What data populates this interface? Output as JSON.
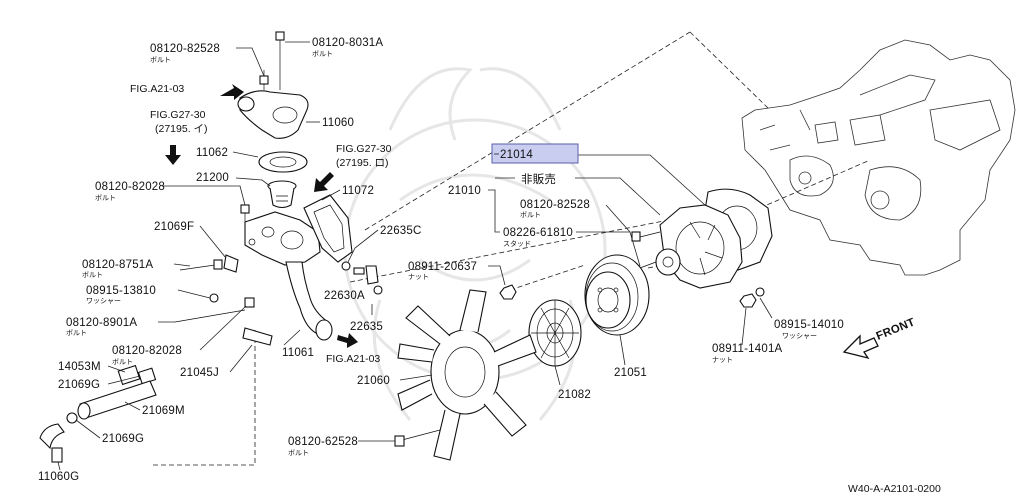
{
  "diagram": {
    "code": "W40-A-A2101-0200",
    "front_label": "FRONT",
    "selected_part": "21014",
    "labels": [
      {
        "id": "l-08120-82528-top",
        "text": "08120-82528",
        "sub": "ボルト"
      },
      {
        "id": "l-08120-8031a",
        "text": "08120-8031A",
        "sub": "ボルト"
      },
      {
        "id": "l-fig-a21-03-top",
        "text": "FIG.A21-03"
      },
      {
        "id": "l-fig-g27-30-left",
        "text": "FIG.G27-30"
      },
      {
        "id": "l-27195-i",
        "text": "(27195. イ)"
      },
      {
        "id": "l-11060",
        "text": "11060"
      },
      {
        "id": "l-11062",
        "text": "11062"
      },
      {
        "id": "l-fig-g27-30-right",
        "text": "FIG.G27-30"
      },
      {
        "id": "l-27195-ro",
        "text": "(27195. ロ)"
      },
      {
        "id": "l-21200",
        "text": "21200"
      },
      {
        "id": "l-08120-82028-top",
        "text": "08120-82028",
        "sub": "ボルト"
      },
      {
        "id": "l-11072",
        "text": "11072"
      },
      {
        "id": "l-21069f",
        "text": "21069F"
      },
      {
        "id": "l-22635c",
        "text": "22635C"
      },
      {
        "id": "l-08120-8751a",
        "text": "08120-8751A",
        "sub": "ボルト"
      },
      {
        "id": "l-08915-13810",
        "text": "08915-13810",
        "sub": "ワッシャー"
      },
      {
        "id": "l-22630a",
        "text": "22630A"
      },
      {
        "id": "l-22635",
        "text": "22635"
      },
      {
        "id": "l-08120-8901a",
        "text": "08120-8901A",
        "sub": "ボルト"
      },
      {
        "id": "l-08120-82028-bot",
        "text": "08120-82028",
        "sub": "ボルト"
      },
      {
        "id": "l-11061",
        "text": "11061"
      },
      {
        "id": "l-fig-a21-03-bot",
        "text": "FIG.A21-03"
      },
      {
        "id": "l-14053m",
        "text": "14053M"
      },
      {
        "id": "l-21069g-1",
        "text": "21069G"
      },
      {
        "id": "l-21045j",
        "text": "21045J"
      },
      {
        "id": "l-21069m",
        "text": "21069M"
      },
      {
        "id": "l-21069g-2",
        "text": "21069G"
      },
      {
        "id": "l-11060g",
        "text": "11060G"
      },
      {
        "id": "l-21010",
        "text": "21010"
      },
      {
        "id": "l-not-for-sale",
        "text": "非販売"
      },
      {
        "id": "l-08120-82528-mid",
        "text": "08120-82528",
        "sub": "ボルト"
      },
      {
        "id": "l-08226-61810",
        "text": "08226-61810",
        "sub": "スタッド"
      },
      {
        "id": "l-08911-20637",
        "text": "08911-20637",
        "sub": "ナット"
      },
      {
        "id": "l-21060",
        "text": "21060"
      },
      {
        "id": "l-21082",
        "text": "21082"
      },
      {
        "id": "l-21051",
        "text": "21051"
      },
      {
        "id": "l-08915-14010",
        "text": "08915-14010",
        "sub": "ワッシャー"
      },
      {
        "id": "l-08911-1401a",
        "text": "08911-1401A",
        "sub": "ナット"
      },
      {
        "id": "l-08120-62528",
        "text": "08120-62528",
        "sub": "ボルト"
      }
    ]
  }
}
